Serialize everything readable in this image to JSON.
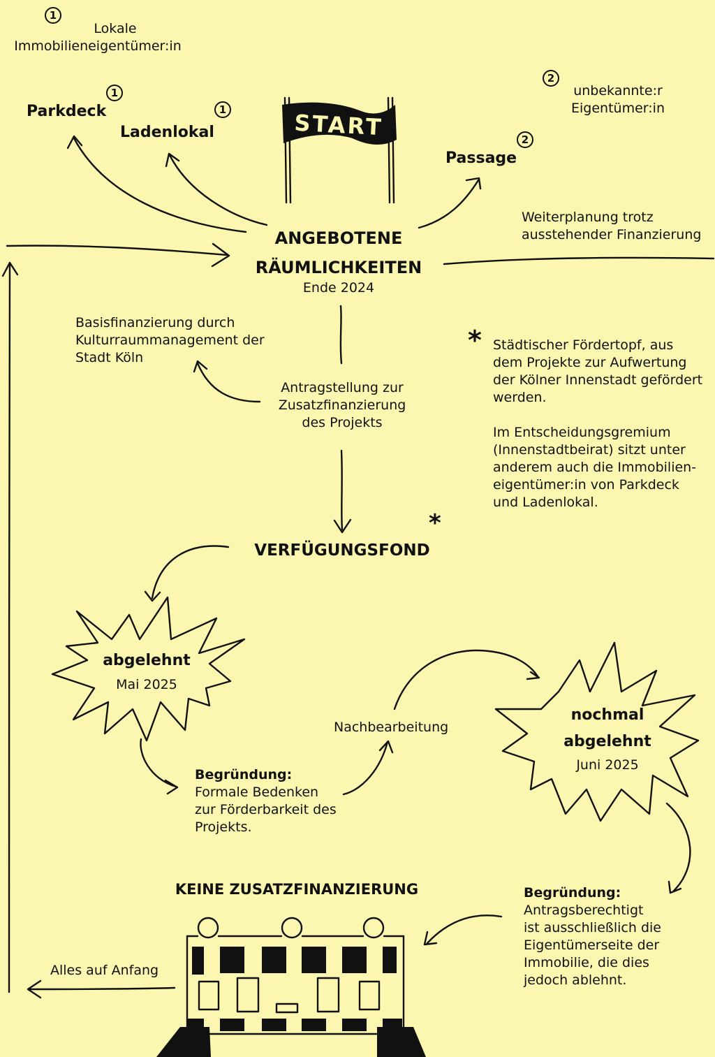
{
  "colors": {
    "background": "#FBF6B0",
    "ink": "#111111"
  },
  "owners": {
    "local_num": "1",
    "local_line1": "Lokale",
    "local_line2": "Immobilieneigentümer:in",
    "unknown_num": "2",
    "unknown_line1": "unbekannte:r",
    "unknown_line2": "Eigentümer:in"
  },
  "spaces": {
    "parkdeck": "Parkdeck",
    "parkdeck_num": "1",
    "ladenlokal": "Ladenlokal",
    "ladenlokal_num": "1",
    "passage": "Passage",
    "passage_num": "2"
  },
  "start_flag": "START",
  "center": {
    "line1": "ANGEBOTENE",
    "line2": "RÄUMLICHKEITEN",
    "date": "Ende 2024"
  },
  "continue_planning": {
    "line1": "Weiterplanung trotz",
    "line2": "ausstehender Finanzierung"
  },
  "base_funding": {
    "line1": "Basisfinanzierung durch",
    "line2": "Kulturraummanagement der",
    "line3": "Stadt Köln"
  },
  "application": {
    "line1": "Antragstellung zur",
    "line2": "Zusatzfinanzierung",
    "line3": "des Projekts"
  },
  "footnote": {
    "star": "*",
    "p1_line1": "Städtischer Fördertopf, aus",
    "p1_line2": "dem Projekte zur Aufwertung",
    "p1_line3": "der Kölner Innenstadt gefördert",
    "p1_line4": "werden.",
    "p2_line1": "Im Entscheidungsgremium",
    "p2_line2": "(Innenstadtbeirat) sitzt unter",
    "p2_line3": "anderem auch die Immobilien-",
    "p2_line4": "eigentümer:in von Parkdeck",
    "p2_line5": "und Ladenlokal."
  },
  "fund": {
    "label": "VERFÜGUNGSFOND",
    "star": "*"
  },
  "rejected1": {
    "label": "abgelehnt",
    "date": "Mai 2025"
  },
  "reason1": {
    "title": "Begründung:",
    "line1": "Formale Bedenken",
    "line2": "zur Förderbarkeit des",
    "line3": "Projekts."
  },
  "rework": "Nachbearbeitung",
  "rejected2": {
    "line1": "nochmal",
    "line2": "abgelehnt",
    "date": "Juni 2025"
  },
  "reason2": {
    "title": "Begründung:",
    "line1": "Antragsberechtigt",
    "line2": "ist ausschließlich die",
    "line3": "Eigentümerseite der",
    "line4": "Immobilie, die dies",
    "line5": "jedoch ablehnt."
  },
  "no_funding": "KEINE ZUSATZFINANZIERUNG",
  "reset": "Alles auf Anfang"
}
